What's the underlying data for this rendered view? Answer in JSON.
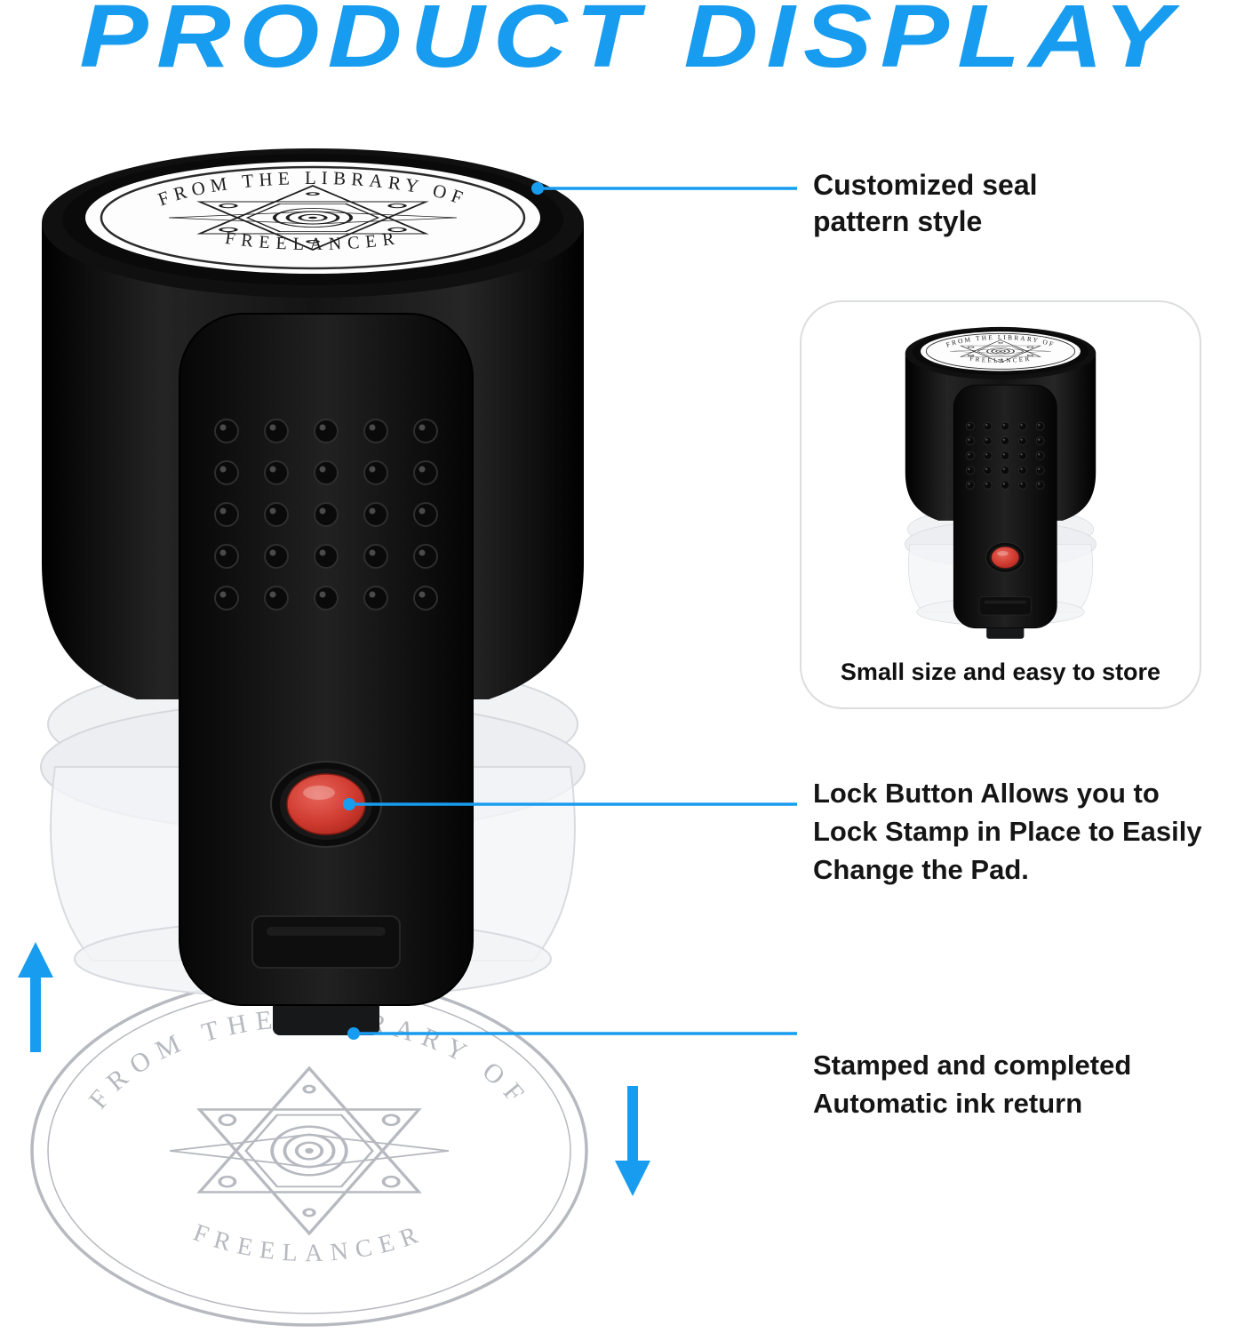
{
  "title": "PRODUCT DISPLAY",
  "seal": {
    "arc_top": "FROM THE LIBRARY OF",
    "arc_bottom": "FREELANCER"
  },
  "annotations": {
    "seal_pattern": "Customized seal\npattern style",
    "lock_button": "Lock Button Allows you to\nLock Stamp in Place to Easily\nChange the Pad.",
    "ink_return": "Stamped and completed\nAutomatic ink return"
  },
  "inset": {
    "caption": "Small size and easy to store"
  },
  "colors": {
    "accent_blue": "#189CF0",
    "button_red": "#CF3A2F",
    "ghost_gray": "#B6B9BF",
    "stamp_body": "#101010"
  }
}
